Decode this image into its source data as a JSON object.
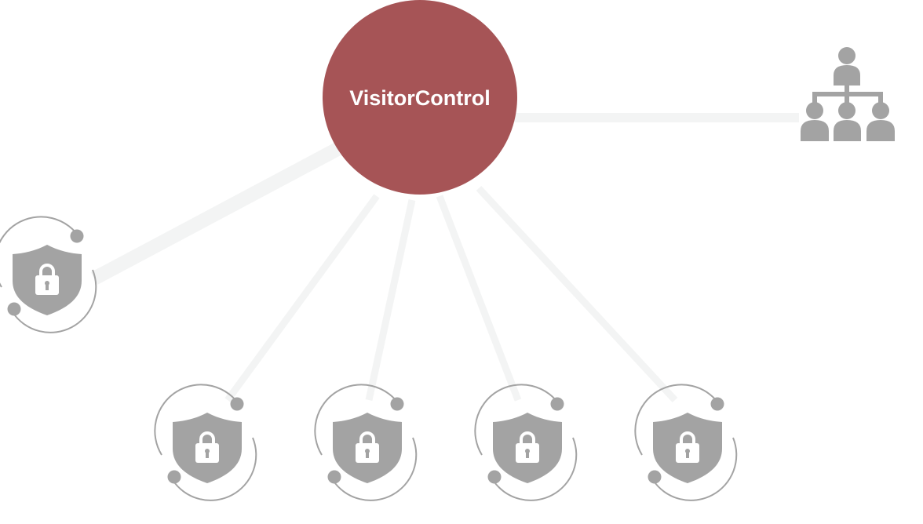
{
  "hub": {
    "label": "VisitorControl",
    "color": "#a65456"
  },
  "colors": {
    "icon": "#a3a3a3",
    "connector": "#f3f4f4"
  },
  "nodes": [
    {
      "id": "org",
      "icon": "org-chart-icon"
    },
    {
      "id": "lock-left",
      "icon": "shield-lock-icon"
    },
    {
      "id": "lock-1",
      "icon": "shield-lock-icon"
    },
    {
      "id": "lock-2",
      "icon": "shield-lock-icon"
    },
    {
      "id": "lock-3",
      "icon": "shield-lock-icon"
    },
    {
      "id": "lock-4",
      "icon": "shield-lock-icon"
    }
  ]
}
